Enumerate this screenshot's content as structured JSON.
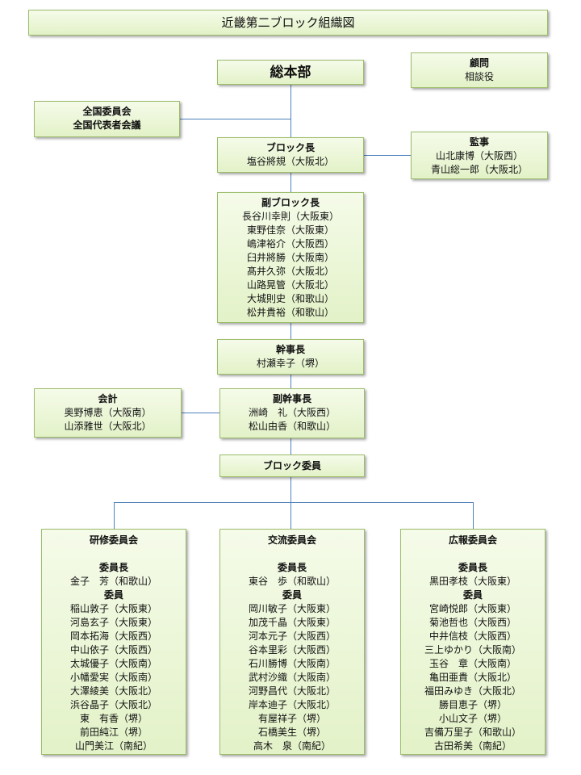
{
  "title": "近畿第二ブロック組織図",
  "headquarters": "総本部",
  "advisor": {
    "title": "顧問",
    "sub": "相談役"
  },
  "national": {
    "line1": "全国委員会",
    "line2": "全国代表者会議"
  },
  "block_leader": {
    "title": "ブロック長",
    "members": [
      "塩谷將規（大阪北）"
    ]
  },
  "auditor": {
    "title": "監事",
    "members": [
      "山北康博（大阪西）",
      "青山総一郎（大阪北）"
    ]
  },
  "vice_leader": {
    "title": "副ブロック長",
    "members": [
      "長谷川幸則（大阪東）",
      "東野佳奈（大阪東）",
      "嶋津裕介（大阪西）",
      "臼井將勝（大阪南）",
      "髙井久弥（大阪北）",
      "山路晃管（大阪北）",
      "大城則史（和歌山）",
      "松井貴裕（和歌山）"
    ]
  },
  "secretary_general": {
    "title": "幹事長",
    "members": [
      "村瀬幸子（堺）"
    ]
  },
  "accounting": {
    "title": "会計",
    "members": [
      "奥野博恵（大阪南）",
      "山添雅世（大阪北）"
    ]
  },
  "vice_secretary": {
    "title": "副幹事長",
    "members": [
      "洲崎　礼（大阪西）",
      "松山由香（和歌山）"
    ]
  },
  "block_committee": "ブロック委員",
  "committees": {
    "training": {
      "title": "研修委員会",
      "chair_label": "委員長",
      "chair": "金子　芳（和歌山）",
      "members_label": "委員",
      "members": [
        "稲山敦子（大阪東）",
        "河島玄子（大阪東）",
        "岡本拓海（大阪西）",
        "中山依子（大阪西）",
        "太城優子（大阪南）",
        "小幡愛実（大阪南）",
        "大澤綾美（大阪北）",
        "浜谷晶子（大阪北）",
        "東　有香（堺）",
        "前田純江（堺）",
        "山門美江（南紀）"
      ]
    },
    "exchange": {
      "title": "交流委員会",
      "chair_label": "委員長",
      "chair": "東谷　歩（和歌山）",
      "members_label": "委員",
      "members": [
        "岡川敏子（大阪東）",
        "加茂千晶（大阪東）",
        "河本元子（大阪西）",
        "谷本里彩（大阪西）",
        "石川勝博（大阪南）",
        "武村沙織（大阪南）",
        "河野昌代（大阪北）",
        "岸本迪子（大阪北）",
        "有屋祥子（堺）",
        "石橋美生（堺）",
        "高木　泉（南紀）"
      ]
    },
    "pr": {
      "title": "広報委員会",
      "chair_label": "委員長",
      "chair": "黒田孝枝（大阪東）",
      "members_label": "委員",
      "members": [
        "宮崎悦郎（大阪東）",
        "菊池哲也（大阪西）",
        "中井信枝（大阪西）",
        "三上ゆかり（大阪南）",
        "玉谷　章（大阪南）",
        "亀田亜貴（大阪北）",
        "福田みゆき（大阪北）",
        "勝目恵子（堺）",
        "小山文子（堺）",
        "吉備万里子（和歌山）",
        "古田希美（南紀）"
      ]
    }
  }
}
